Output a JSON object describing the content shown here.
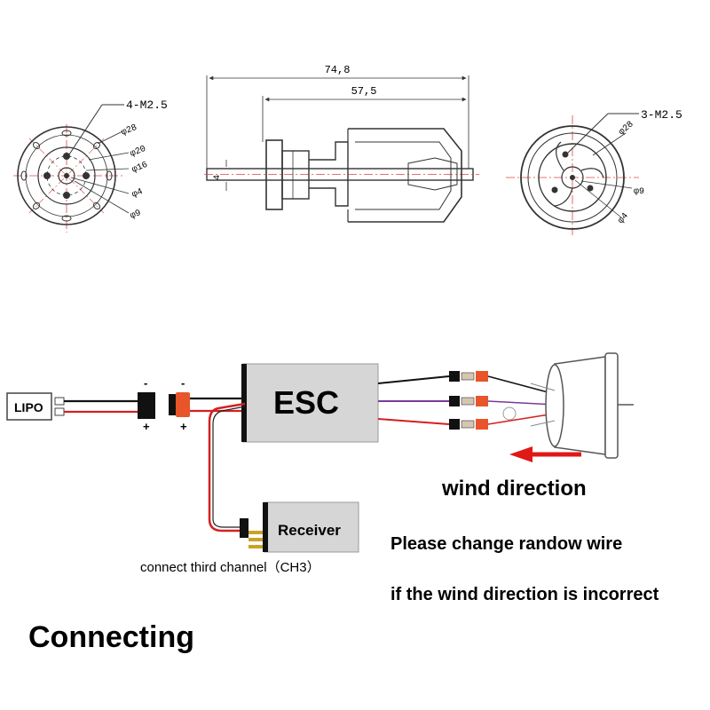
{
  "drawing": {
    "overall_length": "74,8",
    "body_length": "57,5",
    "shaft_dim": "4",
    "front_holes": "4-M2.5",
    "front_dims": [
      "φ28",
      "φ20",
      "φ16",
      "φ4",
      "φ9"
    ],
    "rear_holes": "3-M2.5",
    "rear_dims": [
      "φ28",
      "φ9",
      "φ4"
    ]
  },
  "wiring": {
    "battery_label": "LIPO",
    "neg_sign": "-",
    "pos_sign": "+",
    "esc_label": "ESC",
    "receiver_label": "Receiver",
    "channel_note": "connect third channel（CH3）",
    "wind_label": "wind direction",
    "note_line1": "Please change randow wire",
    "note_line2": "if the wind direction is incorrect"
  },
  "caption": "Connecting",
  "colors": {
    "line": "#333333",
    "red_line": "#e04545",
    "wire_red": "#d42020",
    "wire_purple": "#7a3a9a",
    "arrow": "#e01818",
    "esc_body": "#d6d6d6",
    "connector": "#e8552a"
  }
}
